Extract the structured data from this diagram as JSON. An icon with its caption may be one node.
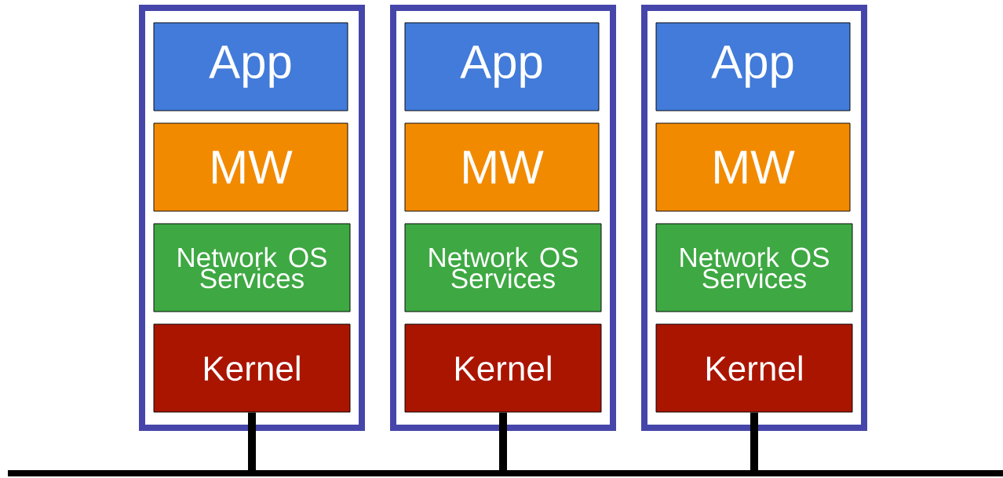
{
  "diagram": {
    "nodes": [
      {
        "text": [],
        "shape": "box"
      },
      {
        "text": [
          "App"
        ],
        "in": 0
      },
      {
        "text": [
          "MW"
        ],
        "in": 0
      },
      {
        "text": [
          "Network OS Services"
        ],
        "in": 0
      },
      {
        "text": [
          "Kernel"
        ],
        "in": 0
      },
      {
        "text": [],
        "shape": "box"
      },
      {
        "text": [
          "App"
        ],
        "in": 5
      },
      {
        "text": [
          "MW"
        ],
        "in": 5
      },
      {
        "text": [
          "Network OS Services"
        ],
        "in": 5
      },
      {
        "text": [
          "Kernel"
        ],
        "in": 5
      },
      {
        "text": [],
        "shape": "box"
      },
      {
        "text": [
          "App"
        ],
        "in": 10
      },
      {
        "text": [
          "MW"
        ],
        "in": 10
      },
      {
        "text": [
          "Network OS Services"
        ],
        "in": 10
      },
      {
        "text": [
          "Kernel"
        ],
        "in": 10
      },
      {
        "text": [],
        "shape": "bar"
      }
    ],
    "edges": [
      {
        "from": 4,
        "to": 15,
        "arrow": "none"
      },
      {
        "from": 9,
        "to": 15,
        "arrow": "none"
      },
      {
        "from": 14,
        "to": 15,
        "arrow": "none"
      }
    ]
  }
}
